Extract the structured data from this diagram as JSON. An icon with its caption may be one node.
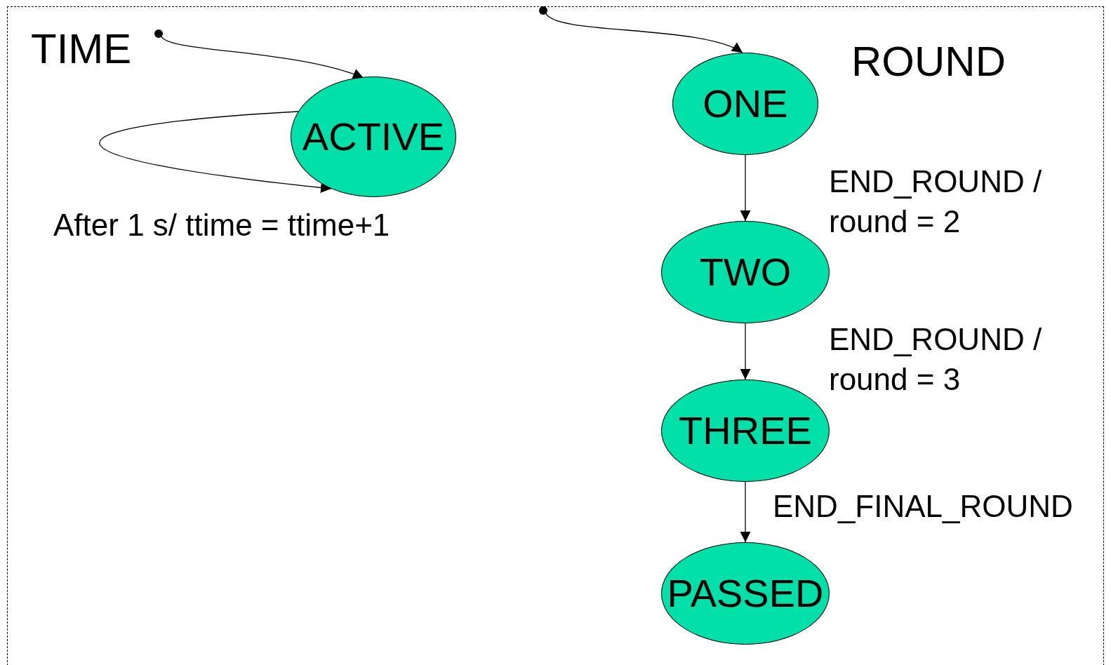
{
  "diagram": {
    "nodes": [
      {
        "text": [],
        "shape": "circle"
      },
      {
        "text": [
          "ACTIVE"
        ]
      },
      {
        "text": [],
        "shape": "circle"
      },
      {
        "text": [
          "ONE"
        ]
      },
      {
        "text": [
          "TWO"
        ]
      },
      {
        "text": [
          "THREE"
        ]
      },
      {
        "text": [
          "PASSED"
        ]
      }
    ],
    "edges": [
      {
        "from": 0,
        "to": 1,
        "arrow": "to"
      },
      {
        "from": 1,
        "to": 1,
        "arrow": "to",
        "label": "After 1 s/ ttime = ttime+1"
      },
      {
        "from": 2,
        "to": 3,
        "arrow": "to"
      },
      {
        "from": 3,
        "to": 4,
        "arrow": "to",
        "label": "END_ROUND / round = 2"
      },
      {
        "from": 4,
        "to": 5,
        "arrow": "to",
        "label": "END_ROUND / round = 3"
      },
      {
        "from": 5,
        "to": 6,
        "arrow": "to",
        "label": "END_FINAL_ROUND"
      }
    ],
    "labels": [
      "TIME",
      "ROUND"
    ]
  }
}
